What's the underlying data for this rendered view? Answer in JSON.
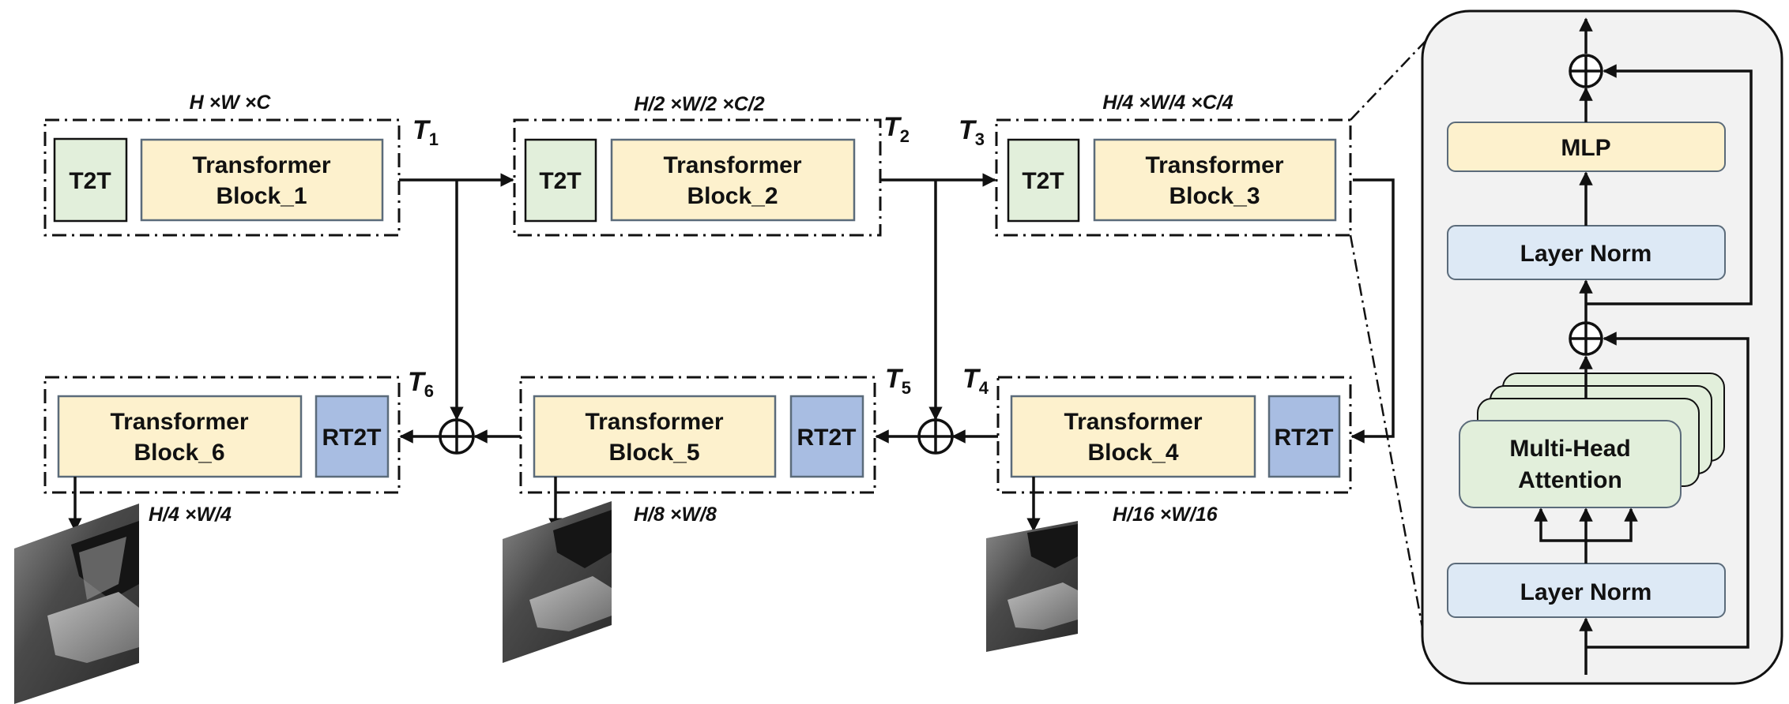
{
  "stages": {
    "s1": {
      "t2t": "T2T",
      "line1": "Transformer",
      "line2": "Block_1",
      "dim": "H ×W ×C",
      "label": "T",
      "sub": "1"
    },
    "s2": {
      "t2t": "T2T",
      "line1": "Transformer",
      "line2": "Block_2",
      "dim": "H/2 ×W/2 ×C/2",
      "label": "T",
      "sub": "2"
    },
    "s3": {
      "t2t": "T2T",
      "line1": "Transformer",
      "line2": "Block_3",
      "dim": "H/4 ×W/4 ×C/4",
      "label": "T",
      "sub": "3"
    },
    "s4": {
      "rt2t": "RT2T",
      "line1": "Transformer",
      "line2": "Block_4",
      "dim": "H/16 ×W/16",
      "label": "T",
      "sub": "4"
    },
    "s5": {
      "rt2t": "RT2T",
      "line1": "Transformer",
      "line2": "Block_5",
      "dim": "H/8 ×W/8",
      "label": "T",
      "sub": "5"
    },
    "s6": {
      "rt2t": "RT2T",
      "line1": "Transformer",
      "line2": "Block_6",
      "dim": "H/4 ×W/4",
      "label": "T",
      "sub": "6"
    }
  },
  "detail": {
    "mlp": "MLP",
    "layer_norm_top": "Layer Norm",
    "mha_line1": "Multi-Head",
    "mha_line2": "Attention",
    "layer_norm_bottom": "Layer Norm"
  },
  "colors": {
    "t2t_fill": "#e2efdb",
    "block_fill": "#fdf1cd",
    "rt2t_fill": "#a8bde2",
    "norm_fill": "#dde9f5",
    "panel_fill": "#f2f2f2",
    "stroke": "#111111"
  }
}
